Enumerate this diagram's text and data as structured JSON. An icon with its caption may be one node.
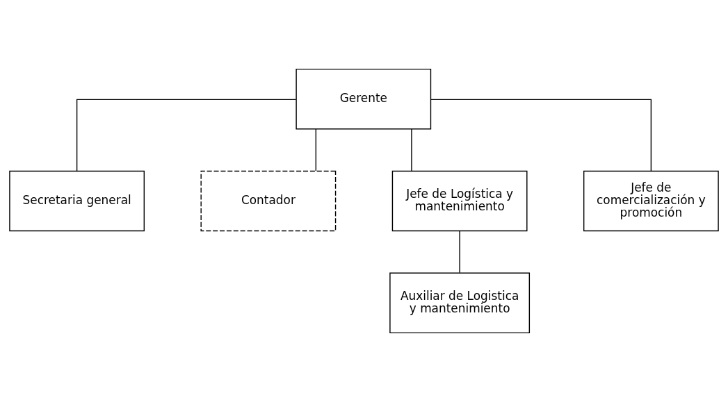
{
  "diagram": {
    "nodes": [
      {
        "text": [
          "Gerente"
        ]
      },
      {
        "text": [
          "Secretaria general"
        ]
      },
      {
        "text": [
          "Contador"
        ]
      },
      {
        "text": [
          "Jefe de Logística y mantenimiento"
        ]
      },
      {
        "text": [
          "Jefe de comercialización y promoción"
        ]
      },
      {
        "text": [
          "Auxiliar de Logistica y mantenimiento"
        ]
      }
    ],
    "edges": [
      {
        "from": 0,
        "to": 1,
        "arrow": "none"
      },
      {
        "from": 0,
        "to": 2,
        "arrow": "none"
      },
      {
        "from": 0,
        "to": 3,
        "arrow": "none"
      },
      {
        "from": 0,
        "to": 4,
        "arrow": "none"
      },
      {
        "from": 3,
        "to": 5,
        "arrow": "none"
      }
    ]
  }
}
